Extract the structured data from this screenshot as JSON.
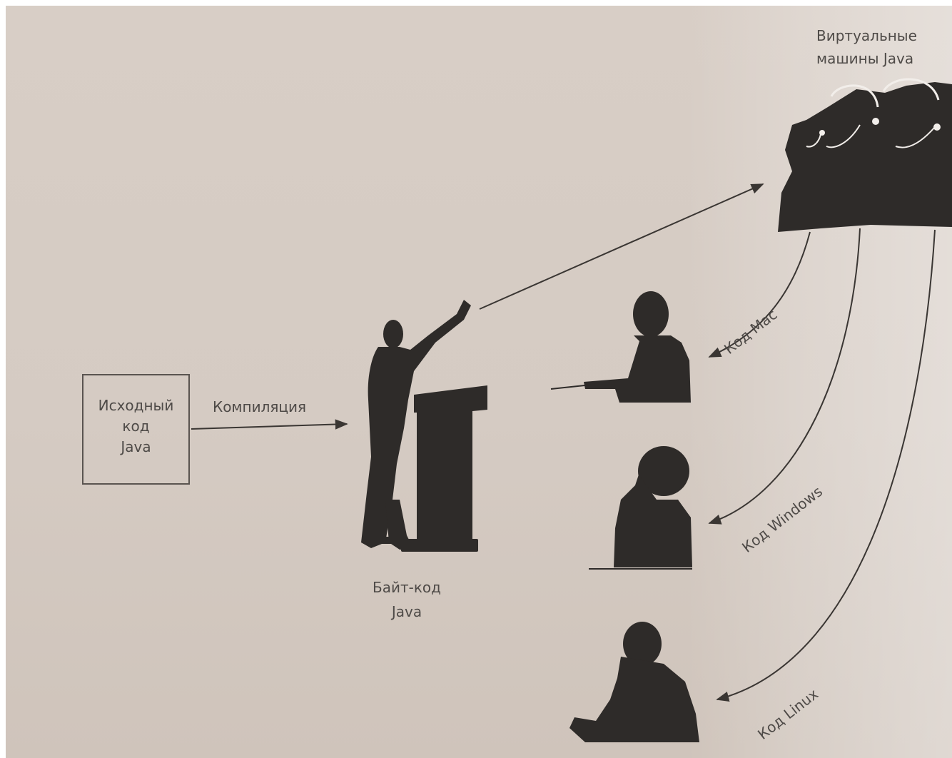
{
  "diagram": {
    "source_code": {
      "line1": "Исходный",
      "line2": "код",
      "line3": "Java"
    },
    "compile_label": "Компиляция",
    "bytecode": {
      "line1": "Байт-код",
      "line2": "Java"
    },
    "jvm": {
      "line1": "Виртуальные",
      "line2": "машины Java"
    },
    "outputs": {
      "mac": "Код Mac",
      "windows": "Код Windows",
      "linux": "Код Linux"
    }
  },
  "colors": {
    "ink": "#2e2b29",
    "text": "#4e4a47",
    "paper": "#d6ccc4"
  }
}
